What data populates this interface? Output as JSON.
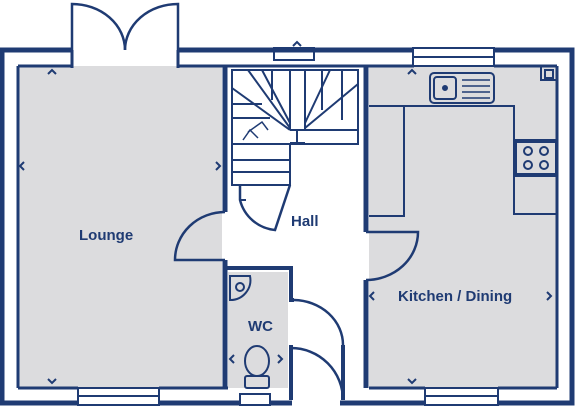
{
  "plan": {
    "colors": {
      "wall": "#1f3b73",
      "floor": "#dcdcde",
      "background": "#ffffff"
    },
    "rooms": [
      {
        "id": "lounge",
        "label": "Lounge"
      },
      {
        "id": "hall",
        "label": "Hall"
      },
      {
        "id": "wc",
        "label": "WC"
      },
      {
        "id": "kitchen",
        "label": "Kitchen / Dining"
      }
    ],
    "fixtures": [
      "staircase",
      "french-doors",
      "sink",
      "hob",
      "toilet",
      "basin",
      "front-door"
    ]
  }
}
